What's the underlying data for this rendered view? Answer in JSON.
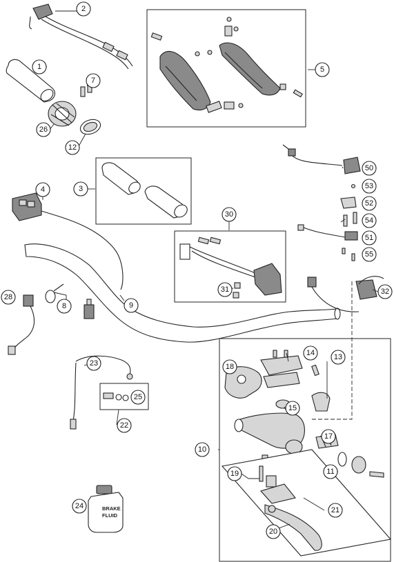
{
  "diagram": {
    "callouts": [
      {
        "id": "c1",
        "label": "1"
      },
      {
        "id": "c2",
        "label": "2"
      },
      {
        "id": "c3",
        "label": "3"
      },
      {
        "id": "c4",
        "label": "4"
      },
      {
        "id": "c5",
        "label": "5"
      },
      {
        "id": "c7",
        "label": "7"
      },
      {
        "id": "c8",
        "label": "8"
      },
      {
        "id": "c9",
        "label": "9"
      },
      {
        "id": "c10",
        "label": "10"
      },
      {
        "id": "c11",
        "label": "11"
      },
      {
        "id": "c12",
        "label": "12"
      },
      {
        "id": "c13",
        "label": "13"
      },
      {
        "id": "c14",
        "label": "14"
      },
      {
        "id": "c15",
        "label": "15"
      },
      {
        "id": "c17",
        "label": "17"
      },
      {
        "id": "c18",
        "label": "18"
      },
      {
        "id": "c19",
        "label": "19"
      },
      {
        "id": "c20",
        "label": "20"
      },
      {
        "id": "c21",
        "label": "21"
      },
      {
        "id": "c22",
        "label": "22"
      },
      {
        "id": "c23",
        "label": "23"
      },
      {
        "id": "c24",
        "label": "24"
      },
      {
        "id": "c25",
        "label": "25"
      },
      {
        "id": "c26",
        "label": "26"
      },
      {
        "id": "c28",
        "label": "28"
      },
      {
        "id": "c30",
        "label": "30"
      },
      {
        "id": "c31",
        "label": "31"
      },
      {
        "id": "c32",
        "label": "32"
      },
      {
        "id": "c50",
        "label": "50"
      },
      {
        "id": "c51",
        "label": "51"
      },
      {
        "id": "c52",
        "label": "52"
      },
      {
        "id": "c53",
        "label": "53"
      },
      {
        "id": "c54",
        "label": "54"
      },
      {
        "id": "c55",
        "label": "55"
      }
    ],
    "brake_fluid_label": {
      "line1": "BRAKE",
      "line2": "FLUID"
    }
  }
}
